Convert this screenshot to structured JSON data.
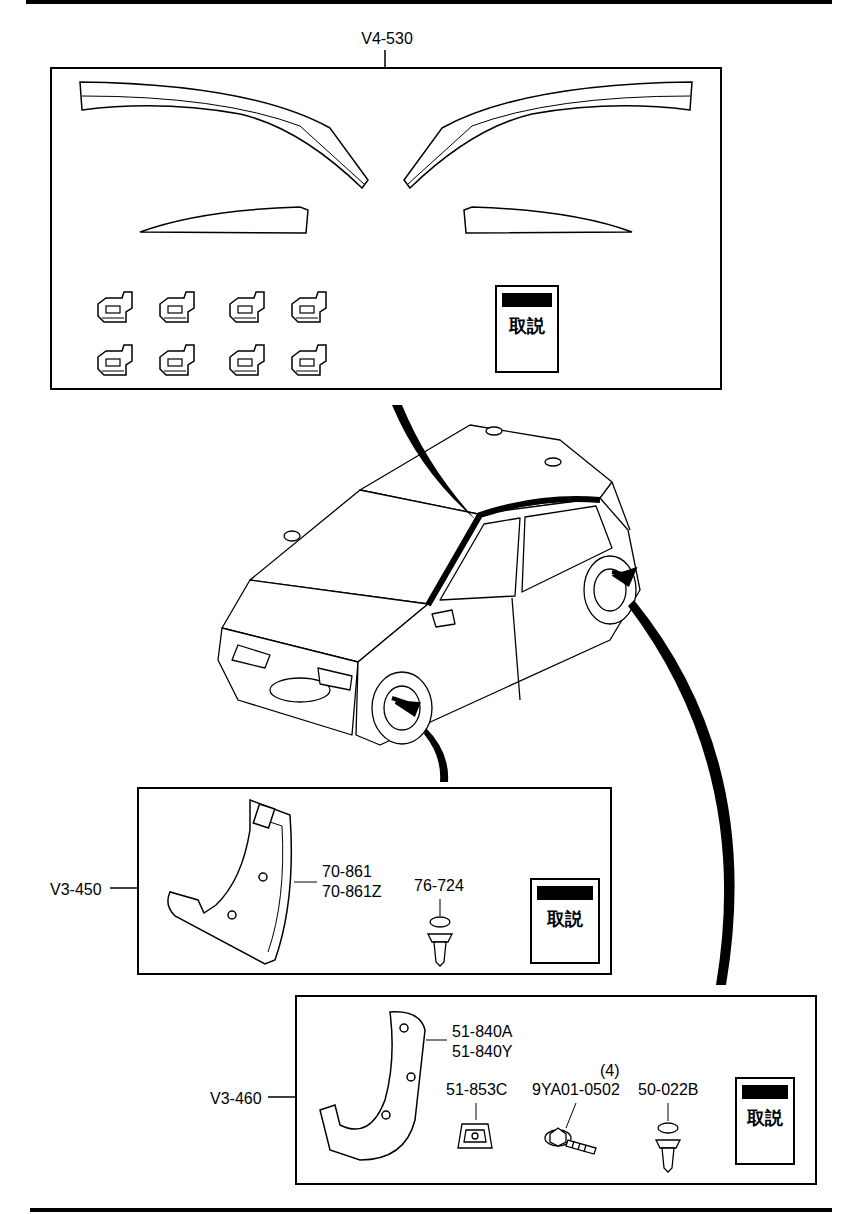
{
  "diagram": {
    "nodes": [
      {
        "text": [
          "V4-530"
        ]
      },
      {
        "text": [
          "取説"
        ],
        "in": 0
      },
      {
        "text": [
          "V3-450"
        ]
      },
      {
        "text": [
          "取説"
        ],
        "in": 2
      },
      {
        "text": [
          "V3-460"
        ]
      },
      {
        "text": [
          "取説"
        ],
        "in": 4
      }
    ],
    "labels": [
      "70-861",
      "70-861Z",
      "76-724",
      "51-840A",
      "51-840Y",
      "51-853C",
      "9YA01-0502",
      "(4)",
      "50-022B"
    ]
  }
}
